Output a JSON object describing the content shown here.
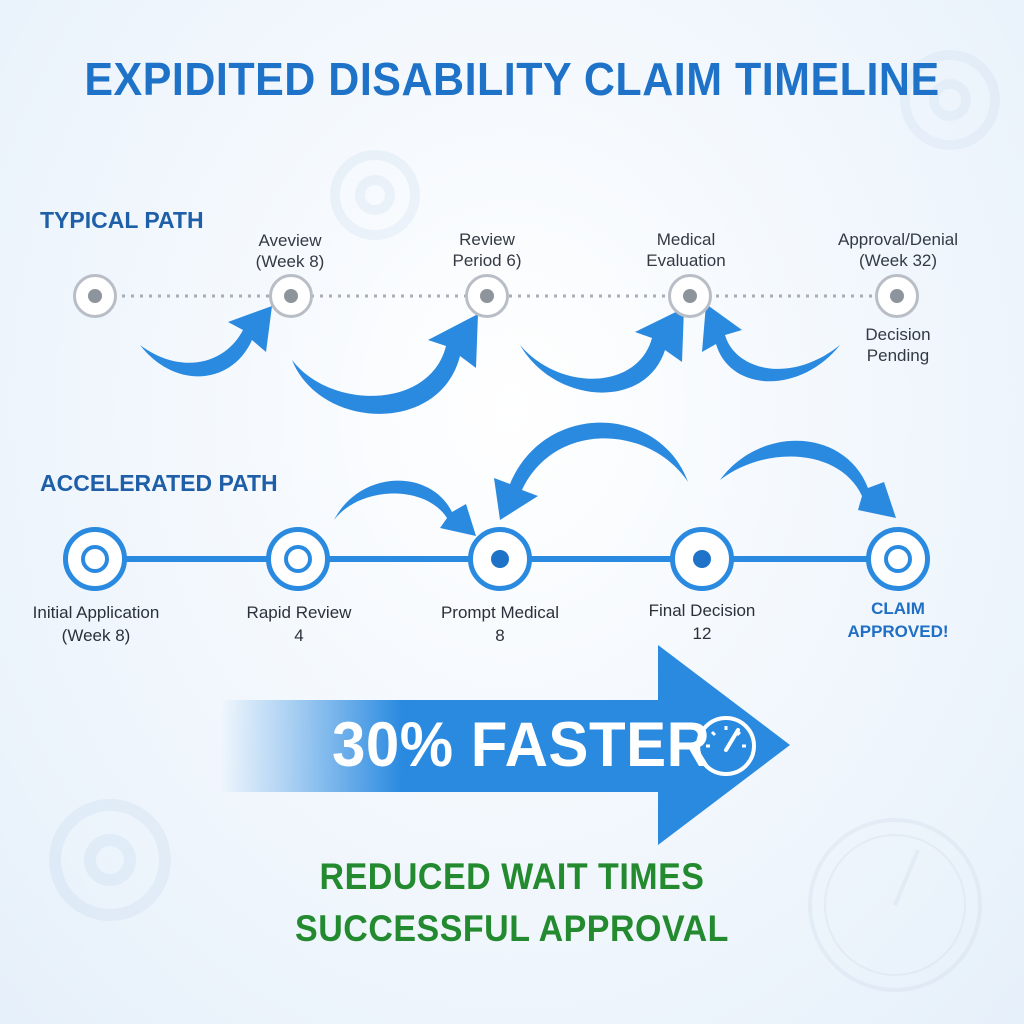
{
  "title": "EXPIDITED DISABILITY CLAIM TIMELINE",
  "typical_path": {
    "label": "TYPICAL PATH",
    "milestones": [
      {
        "label_lines": []
      },
      {
        "label_lines": [
          "Aveview",
          "(Week 8)"
        ]
      },
      {
        "label_lines": [
          "Review",
          "Period 6)"
        ]
      },
      {
        "label_lines": [
          "Medical",
          "Evaluation"
        ]
      },
      {
        "label_lines": [
          "Approval/Denial",
          "(Week 32)"
        ]
      }
    ],
    "end_note_lines": [
      "Decision",
      "Pending"
    ]
  },
  "accelerated_path": {
    "label": "ACCELERATED PATH",
    "milestones": [
      {
        "label_lines": [
          "Initial Application",
          "(Week 8)"
        ]
      },
      {
        "label_lines": [
          "Rapid Review",
          "4"
        ]
      },
      {
        "label_lines": [
          "Prompt Medical",
          "8"
        ]
      },
      {
        "label_lines": [
          "Final Decision",
          "12"
        ]
      },
      {
        "label_lines": [
          "CLAIM",
          "APPROVED!"
        ]
      }
    ]
  },
  "banner": {
    "text": "30% FASTER",
    "icon": "speedometer-icon"
  },
  "outcomes": [
    "REDUCED WAIT TIMES",
    "SUCCESSFUL APPROVAL"
  ],
  "colors": {
    "title_blue": "#1e73c8",
    "accent_blue": "#2a8ae0",
    "arrow_blue": "#2a8ae0",
    "outcome_green": "#238a2f",
    "typical_gray": "#8e949c"
  }
}
